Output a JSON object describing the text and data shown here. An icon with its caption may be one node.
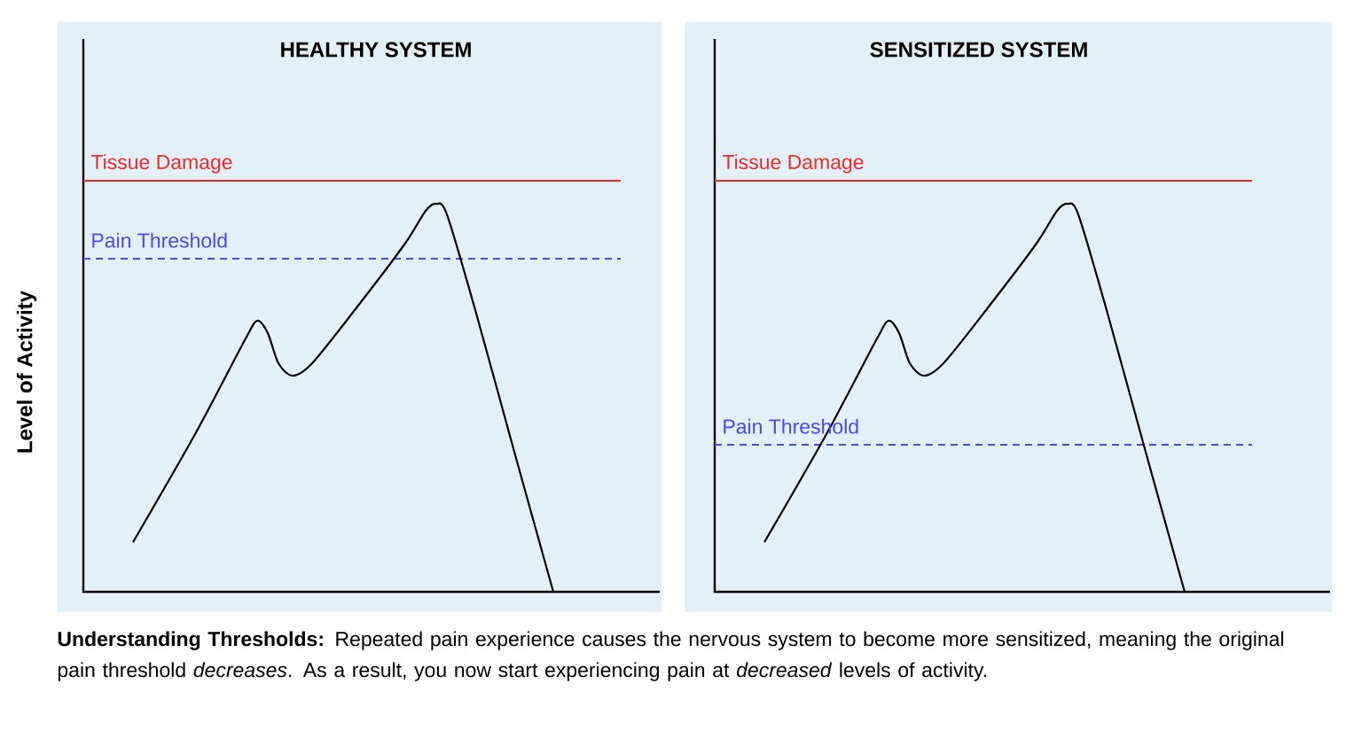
{
  "diagram": {
    "caption": "**Understanding Thresholds:** Repeated pain experience causes the nervous system to become more sensitized, meaning the original pain threshold *decreases*. As a result, you now start experiencing pain at *decreased* levels of activity.",
    "nodes": [
      {
        "text": [
          "HEALTHY SYSTEM"
        ]
      },
      {
        "text": [
          "SENSITIZED SYSTEM"
        ]
      }
    ],
    "labels": [
      "Level of Activity",
      "Tissue Damage",
      "Pain Threshold",
      "Tissue Damage",
      "Pain Threshold"
    ]
  }
}
